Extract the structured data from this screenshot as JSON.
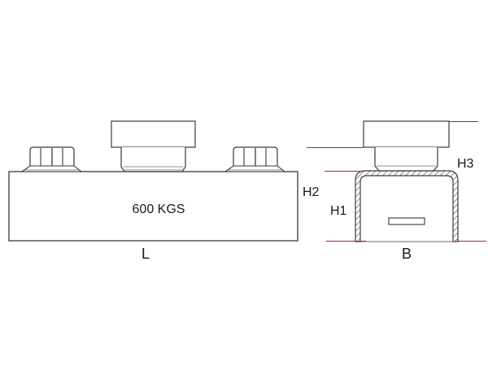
{
  "diagram": {
    "type": "technical-drawing",
    "front_view": {
      "load_label": "600 KGS",
      "length_label": "L"
    },
    "side_view": {
      "width_label": "B",
      "dimension_labels": {
        "h1": "H1",
        "h2": "H2",
        "h3": "H3"
      }
    },
    "colors": {
      "outline": "#3a3a3a",
      "dimension_line": "#b22222",
      "background": "#ffffff"
    }
  }
}
